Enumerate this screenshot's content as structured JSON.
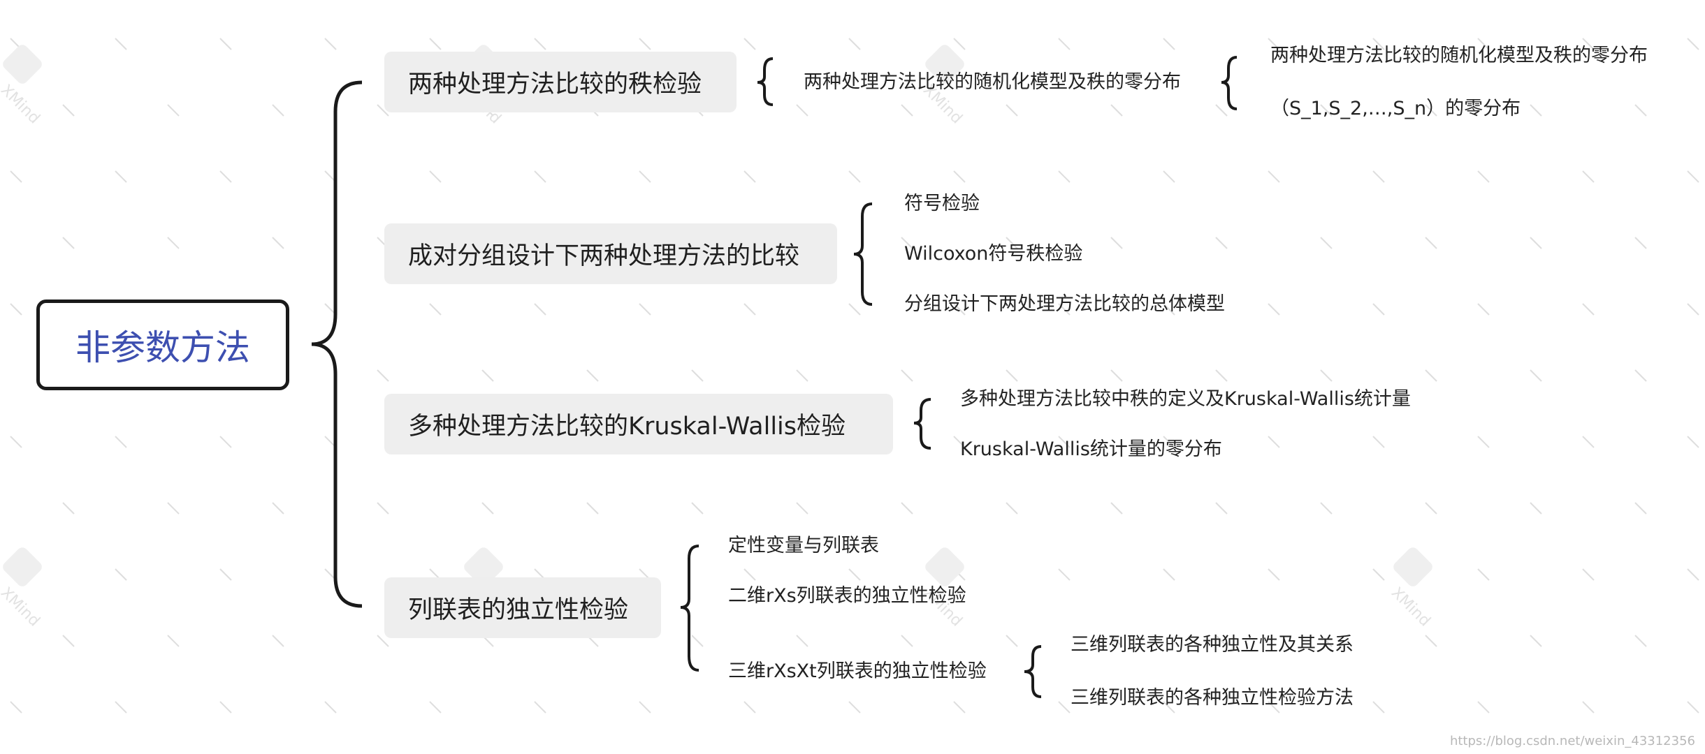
{
  "root": {
    "label": "非参数方法"
  },
  "branches": [
    {
      "label": "两种处理方法比较的秩检验",
      "children": [
        {
          "label": "两种处理方法比较的随机化模型及秩的零分布",
          "children": [
            {
              "label": "两种处理方法比较的随机化模型及秩的零分布"
            },
            {
              "label": "（S_1,S_2,…,S_n）的零分布"
            }
          ]
        }
      ]
    },
    {
      "label": "成对分组设计下两种处理方法的比较",
      "children": [
        {
          "label": "符号检验"
        },
        {
          "label": "Wilcoxon符号秩检验"
        },
        {
          "label": "分组设计下两处理方法比较的总体模型"
        }
      ]
    },
    {
      "label": "多种处理方法比较的Kruskal-Wallis检验",
      "children": [
        {
          "label": "多种处理方法比较中秩的定义及Kruskal-Wallis统计量"
        },
        {
          "label": "Kruskal-Wallis统计量的零分布"
        }
      ]
    },
    {
      "label": "列联表的独立性检验",
      "children": [
        {
          "label": "定性变量与列联表"
        },
        {
          "label": "二维rXs列联表的独立性检验"
        },
        {
          "label": "三维rXsXt列联表的独立性检验",
          "children": [
            {
              "label": "三维列联表的各种独立性及其关系"
            },
            {
              "label": "三维列联表的各种独立性检验方法"
            }
          ]
        }
      ]
    }
  ],
  "watermark": {
    "logo_text": "XMind",
    "footer": "https://blog.csdn.net/weixin_43312356"
  }
}
